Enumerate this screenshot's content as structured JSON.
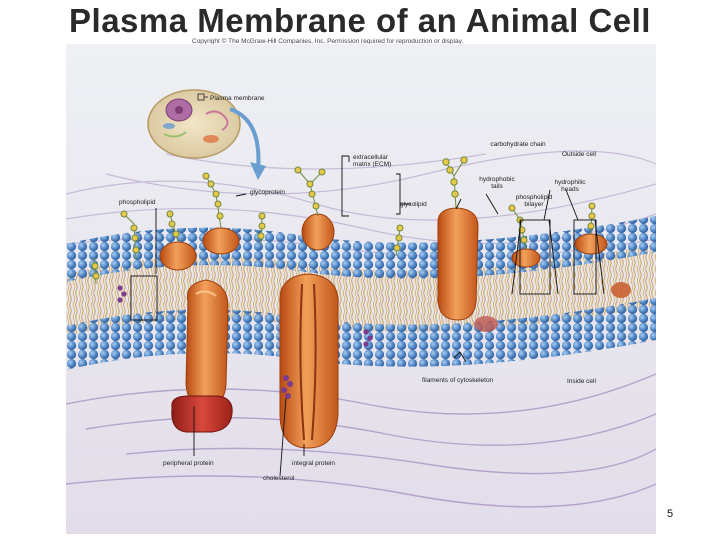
{
  "slide": {
    "title": "Plasma Membrane of an Animal Cell",
    "copyright": "Copyright © The McGraw-Hill Companies, Inc. Permission required for reproduction or display.",
    "page_number": "5"
  },
  "labels": {
    "plasma_membrane": "Plasma membrane",
    "carbohydrate_chain": "carbohydrate chain",
    "outside_cell": "Outside cell",
    "extracellular_matrix": "extracellular matrix (ECM)",
    "glycoprotein": "glycoprotein",
    "hydrophobic_tails": "hydrophobic tails",
    "hydrophilic_heads": "hydrophilic heads",
    "phospholipid_bilayer": "phospholipid bilayer",
    "phospholipid": "phospholipid",
    "glycolipid": "glycolipid",
    "filaments_of_cytoskeleton": "filaments of cytoskeleton",
    "inside_cell": "Inside cell",
    "peripheral_protein": "peripheral protein",
    "integral_protein": "integral protein",
    "cholesterol": "cholesterol"
  },
  "colors": {
    "background_top": "#eef0f4",
    "background_bottom": "#e4e0ec",
    "phospholipid_head": "#4f86c6",
    "phospholipid_head_light": "#8fbbe8",
    "protein": "#e0762a",
    "protein_dark": "#b84a12",
    "peripheral_protein": "#c0302a",
    "carbohydrate": "#e8c84a",
    "ecm_fiber": "#b8a0c8",
    "cytoskeleton": "#a890c0",
    "cholesterol": "#7a3c8c"
  }
}
